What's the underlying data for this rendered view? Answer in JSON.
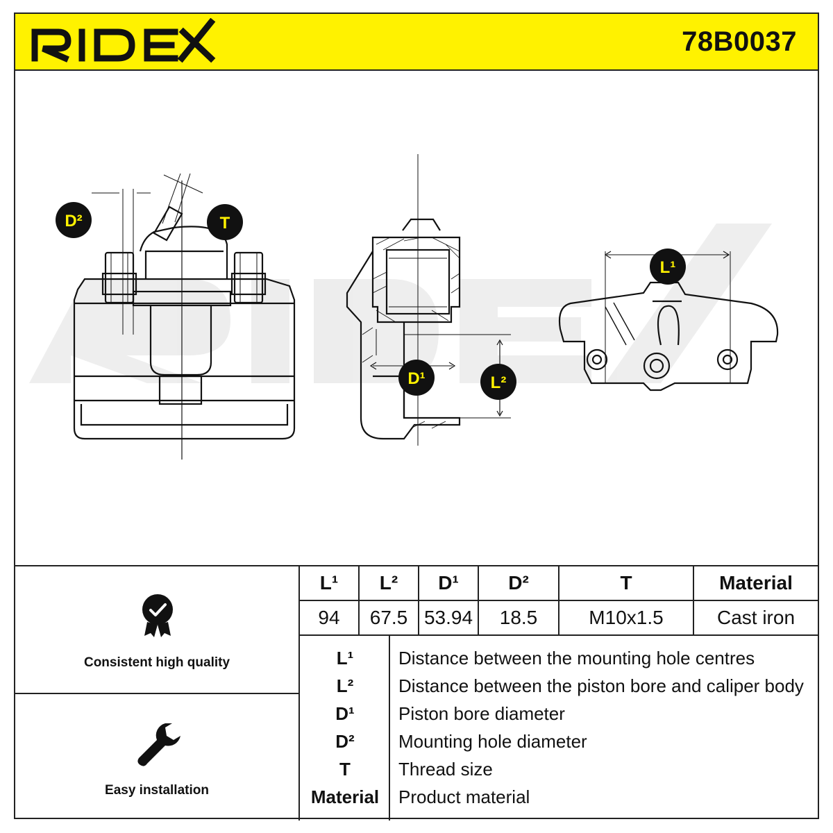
{
  "brand": {
    "logo_text": "RIDEX",
    "part_number": "78B0037"
  },
  "drawing": {
    "callouts": {
      "d2": "D²",
      "t": "T",
      "d1": "D¹",
      "l2": "L²",
      "l1": "L¹"
    }
  },
  "features": [
    {
      "label": "Consistent high quality",
      "icon": "quality-badge-icon"
    },
    {
      "label": "Easy installation",
      "icon": "wrench-icon"
    }
  ],
  "spec_table": {
    "headers": [
      "L¹",
      "L²",
      "D¹",
      "D²",
      "T",
      "Material"
    ],
    "values": [
      "94",
      "67.5",
      "53.94",
      "18.5",
      "M10x1.5",
      "Cast iron"
    ]
  },
  "legend": [
    {
      "key": "L¹",
      "desc": "Distance between the mounting hole centres"
    },
    {
      "key": "L²",
      "desc": "Distance between the piston bore and caliper body"
    },
    {
      "key": "D¹",
      "desc": "Piston bore diameter"
    },
    {
      "key": "D²",
      "desc": "Mounting hole diameter"
    },
    {
      "key": "T",
      "desc": "Thread size"
    },
    {
      "key": "Material",
      "desc": "Product material"
    }
  ]
}
